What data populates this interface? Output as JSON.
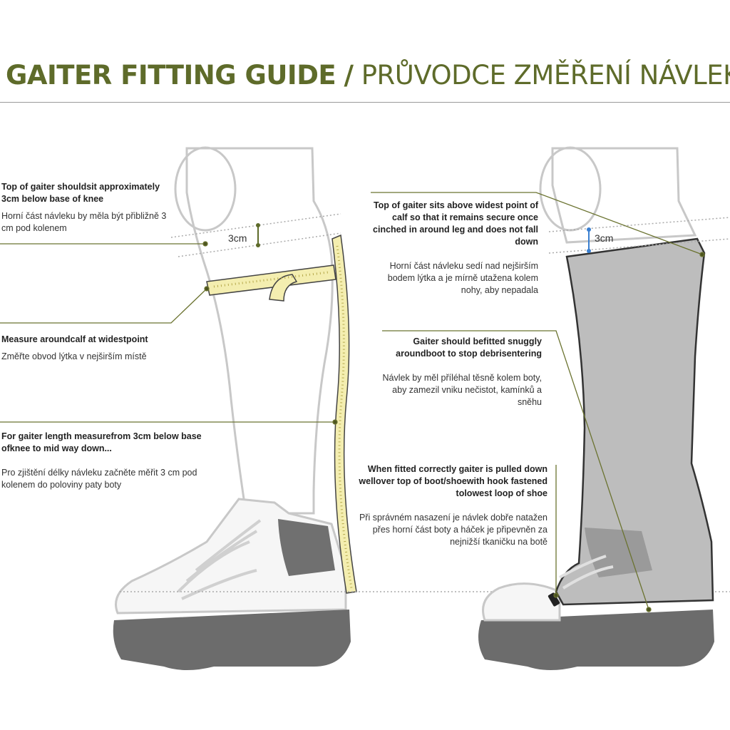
{
  "title": {
    "english": "GAITER FITTING GUIDE",
    "separator": "/",
    "czech": "PRŮVODCE ZMĚŘENÍ NÁVLEKU"
  },
  "measurement_label_left": "3cm",
  "measurement_label_right": "3cm",
  "left_notes": [
    {
      "en": "Top of gaiter shouldsit approximately 3cm below base of knee",
      "cz": "Horní část návleku by měla být přibližně 3 cm pod kolenem"
    },
    {
      "en": "Measure aroundcalf at widestpoint",
      "cz": "Změřte obvod lýtka v nejširším místě"
    },
    {
      "en": "For gaiter length measurefrom 3cm below base ofknee to mid way down...",
      "cz": "Pro zjištění délky návleku začněte měřit 3 cm pod kolenem do poloviny paty boty"
    }
  ],
  "right_notes": [
    {
      "en": "Top of gaiter sits above widest point of calf so that it remains secure once cinched in around leg and does not fall down",
      "cz": "Horní část návleku sedí nad nejširším bodem lýtka a je mírně utažena kolem nohy, aby nepadala"
    },
    {
      "en": "Gaiter should befitted snuggly aroundboot to stop debrisentering",
      "cz": "Návlek by měl příléhal těsně kolem boty, aby zamezil vniku nečistot, kamínků a sněhu"
    },
    {
      "en": "When fitted correctly gaiter is pulled down wellover top of boot/shoewith hook fastened tolowest loop of shoe",
      "cz": "Při správném nasazení je návlek dobře natažen přes horní část boty a háček je připevněn za nejnižší tkaničku na botě"
    }
  ],
  "colors": {
    "accent": "#5e6b2a",
    "leg_outline": "#c8c8c8",
    "tape": "#f4eeb0",
    "boot_sole": "#6c6c6c",
    "gaiter_fill": "#bdbdbd",
    "leader_line": "#6b7330"
  }
}
